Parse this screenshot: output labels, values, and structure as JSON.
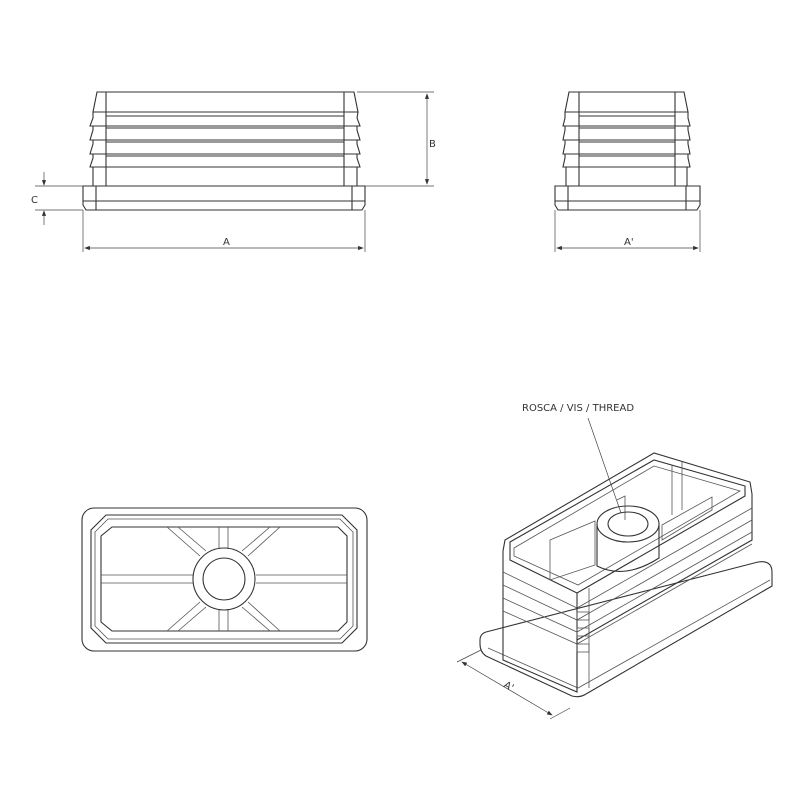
{
  "drawing": {
    "views": [
      "front-view",
      "side-view",
      "bottom-view",
      "isometric-view"
    ],
    "dimensions": {
      "width_label": "A",
      "height_label": "B",
      "flange_label": "C",
      "depth_label": "A'",
      "iso_depth_label": "A'"
    },
    "callouts": {
      "thread": "ROSCA / VIS / THREAD"
    },
    "line_color": "#333333",
    "background": "#ffffff"
  }
}
